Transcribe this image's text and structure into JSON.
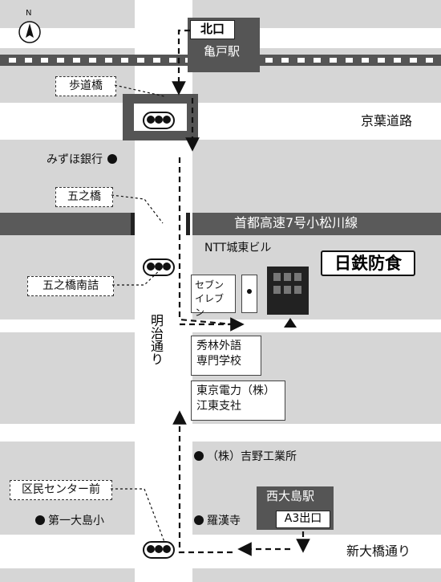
{
  "north_label": "N",
  "exit_north": "北口",
  "station_kameido": "亀戸駅",
  "road_keiyo": "京葉道路",
  "highway": "首都高速7号小松川線",
  "street_meiji": "明治通り",
  "street_shin_ohashi": "新大橋通り",
  "callouts": {
    "hodokyo": "歩道橋",
    "gonohashi": "五之橋",
    "gonohashi_minamizume": "五之橋南詰",
    "kumin_center": "区民センター前"
  },
  "landmarks": {
    "mizuho": "みずほ銀行",
    "ntt": "NTT城東ビル",
    "seven_eleven": "セブン\nイレブン",
    "shurin": "秀林外語\n専門学校",
    "tepco": "東京電力（株）\n江東支社",
    "yoshino": "（株）吉野工業所",
    "rakanji": "羅漢寺",
    "daiichi_ojima": "第一大島小"
  },
  "destination": "日鉄防食",
  "station_nishi_ojima": "西大島駅",
  "exit_a3": "A3出口",
  "colors": {
    "background": "#d6d6d6",
    "road": "#ffffff",
    "dark": "#555555",
    "ink": "#111111"
  }
}
